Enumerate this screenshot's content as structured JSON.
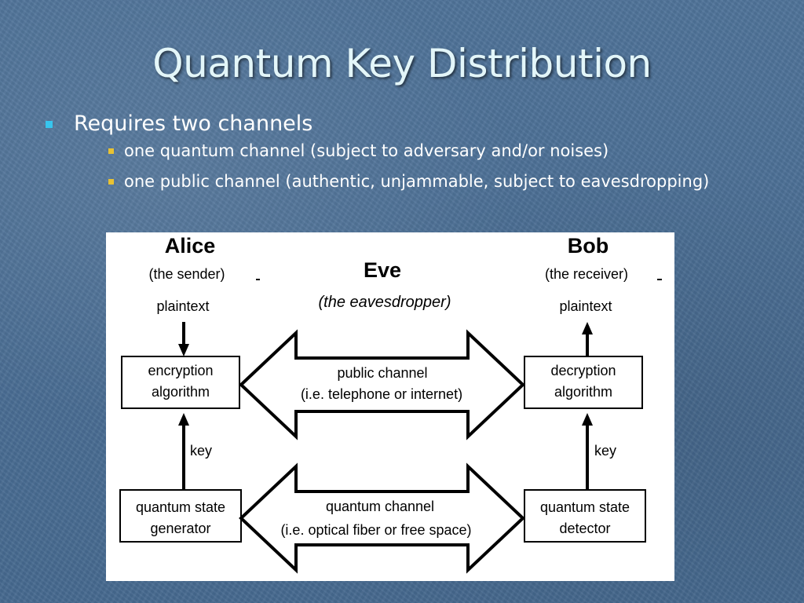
{
  "slide": {
    "title": "Quantum Key Distribution"
  },
  "bullets": {
    "main": "Requires two channels",
    "sub": [
      "one quantum channel (subject to adversary and/or noises)",
      "one public channel (authentic, unjammable, subject to eavesdropping)"
    ]
  },
  "diagram": {
    "alice": {
      "name": "Alice",
      "role": "(the sender)",
      "plaintext": "plaintext"
    },
    "bob": {
      "name": "Bob",
      "role": "(the receiver)",
      "plaintext": "plaintext"
    },
    "eve": {
      "name": "Eve",
      "role": "(the eavesdropper)"
    },
    "encryption_box": {
      "line1": "encryption",
      "line2": "algorithm"
    },
    "decryption_box": {
      "line1": "decryption",
      "line2": "algorithm"
    },
    "generator_box": {
      "line1": "quantum state",
      "line2": "generator"
    },
    "detector_box": {
      "line1": "quantum state",
      "line2": "detector"
    },
    "key_left": "key",
    "key_right": "key",
    "public_channel": {
      "line1": "public channel",
      "line2": "(i.e. telephone or internet)"
    },
    "quantum_channel": {
      "line1": "quantum channel",
      "line2": "(i.e. optical fiber or free space)"
    }
  },
  "colors": {
    "title": "#e3f6f9",
    "bullet_level1": "#37c5ee",
    "bullet_level2": "#e8c233",
    "background": "#4a6f99"
  }
}
